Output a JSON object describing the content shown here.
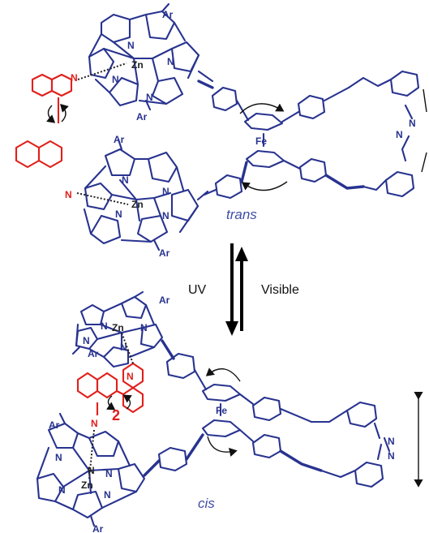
{
  "labels": {
    "ar": "Ar",
    "n": "N",
    "zn": "Zn",
    "fe": "Fe",
    "trans": "trans",
    "cis": "cis",
    "uv": "UV",
    "visible": "Visible",
    "compound": "2"
  },
  "colors": {
    "molecule": "#28338f",
    "ligand": "#e0201b",
    "coordination": "#222222",
    "arrow": "#000000"
  }
}
